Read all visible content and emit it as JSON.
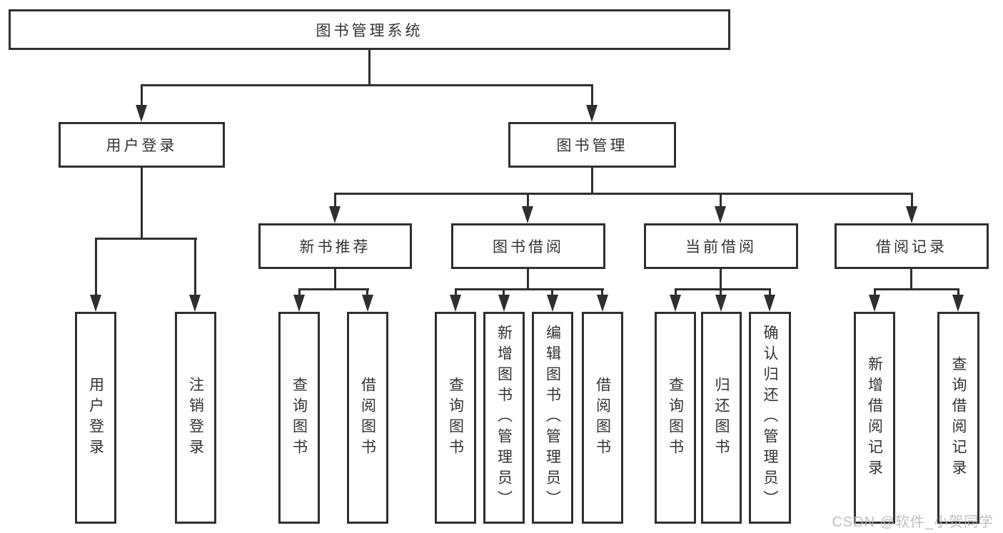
{
  "tree": {
    "label": "图书管理系统",
    "children": [
      {
        "label": "用户登录",
        "children": [
          {
            "label": "用户登录"
          },
          {
            "label": "注销登录"
          }
        ]
      },
      {
        "label": "图书管理",
        "children": [
          {
            "label": "新书推荐",
            "children": [
              {
                "label": "查询图书"
              },
              {
                "label": "借阅图书"
              }
            ]
          },
          {
            "label": "图书借阅",
            "children": [
              {
                "label": "查询图书"
              },
              {
                "label": "新增图书（管理员）"
              },
              {
                "label": "编辑图书（管理员）"
              },
              {
                "label": "借阅图书"
              }
            ]
          },
          {
            "label": "当前借阅",
            "children": [
              {
                "label": "查询图书"
              },
              {
                "label": "归还图书"
              },
              {
                "label": "确认归还（管理员）"
              }
            ]
          },
          {
            "label": "借阅记录",
            "children": [
              {
                "label": "新增借阅记录"
              },
              {
                "label": "查询借阅记录"
              }
            ]
          }
        ]
      }
    ]
  },
  "watermark": "CSDN @软件_小贺同学",
  "colors": {
    "line": "#2f2f2f",
    "text": "#333333",
    "watermark": "#b4b4b4",
    "background": "#ffffff"
  }
}
